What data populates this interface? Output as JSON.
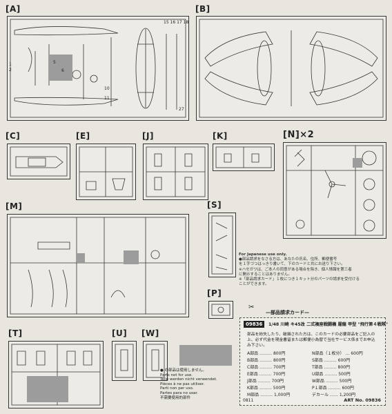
{
  "runners": [
    {
      "id": "A",
      "label": "[A]"
    },
    {
      "id": "B",
      "label": "[B]"
    },
    {
      "id": "C",
      "label": "[C]"
    },
    {
      "id": "E",
      "label": "[E]"
    },
    {
      "id": "J",
      "label": "[J]"
    },
    {
      "id": "K",
      "label": "[K]"
    },
    {
      "id": "N",
      "label": "[N]×2"
    },
    {
      "id": "M",
      "label": "[M]"
    },
    {
      "id": "S",
      "label": "[S]"
    },
    {
      "id": "P",
      "label": "[P]"
    },
    {
      "id": "T",
      "label": "[T]"
    },
    {
      "id": "U",
      "label": "[U]"
    },
    {
      "id": "W",
      "label": "[W]"
    }
  ],
  "japan_note": "For Japanese use only.",
  "notes_jp": [
    "●部品請求をなさる方は、あなたの氏名、住所、郵便番号",
    "を１字づつはっきり書いて、下のカードと共にお送り下さい。",
    "※ハセガワは、ご本人の同意がある場合を除き、個人情報を第三者",
    "に開示することはありません。",
    "※「部品請求カード」１枚につき１キット分のパーツの請求を受付ける",
    "ことができます。"
  ],
  "card": {
    "title": "—部品請求カード—",
    "badge": "09836",
    "product": "1/48 川崎 キ45改 二式複座戦闘機 屠龍 甲型 \"飛行第４戦隊\"",
    "note": "部品を紛失したり、破損された方は、このカードの必要部品をご記入の上、必ず代金を現金書留または郵便小為替で当社サービス係までお申込み下さい。",
    "parts_left": [
      {
        "part": "A部品",
        "price": "800円"
      },
      {
        "part": "B部品",
        "price": "800円"
      },
      {
        "part": "C部品",
        "price": "700円"
      },
      {
        "part": "E部品",
        "price": "700円"
      },
      {
        "part": "J部品",
        "price": "700円"
      },
      {
        "part": "K部品",
        "price": "500円"
      },
      {
        "part": "M部品",
        "price": "1,000円"
      }
    ],
    "parts_right": [
      {
        "part": "N部品（１枚分）",
        "price": "600円"
      },
      {
        "part": "S部品",
        "price": "600円"
      },
      {
        "part": "T部品",
        "price": "800円"
      },
      {
        "part": "U部品",
        "price": "500円"
      },
      {
        "part": "W部品",
        "price": "500円"
      },
      {
        "part": "P１部品",
        "price": "600円"
      },
      {
        "part": "デカール",
        "price": "1,200円"
      }
    ],
    "code": "0811",
    "art_no": "ART No. 09836"
  },
  "unused": [
    "● の部品は使用しません。",
    "Parts not for use.",
    "Teile werden nicht verwendet.",
    "Pièces à ne pas utiliser.",
    "Parti non per uso.",
    "Partes para no usar.",
    "不需要使用的部件"
  ]
}
